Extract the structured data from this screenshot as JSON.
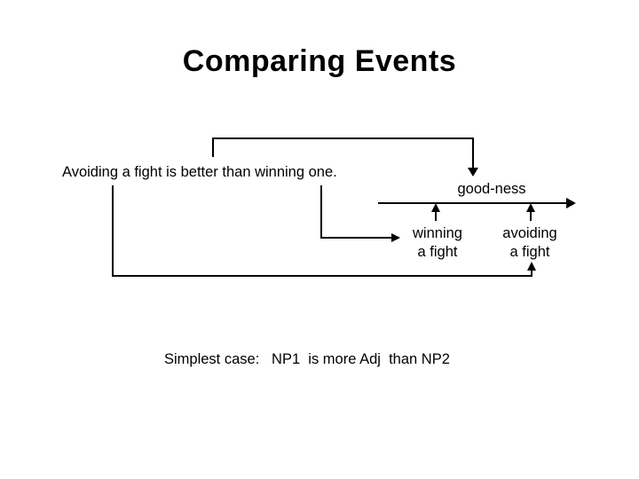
{
  "slide": {
    "title": "Comparing Events",
    "sentence": "Avoiding a fight is better than winning one.",
    "scale": {
      "label": "good-ness"
    },
    "points": [
      {
        "line1": "winning",
        "line2": "a fight"
      },
      {
        "line1": "avoiding",
        "line2": "a fight"
      }
    ],
    "caption": "Simplest case:   NP1  is more Adj  than NP2",
    "colors": {
      "ink": "#000000",
      "background": "#ffffff"
    }
  }
}
